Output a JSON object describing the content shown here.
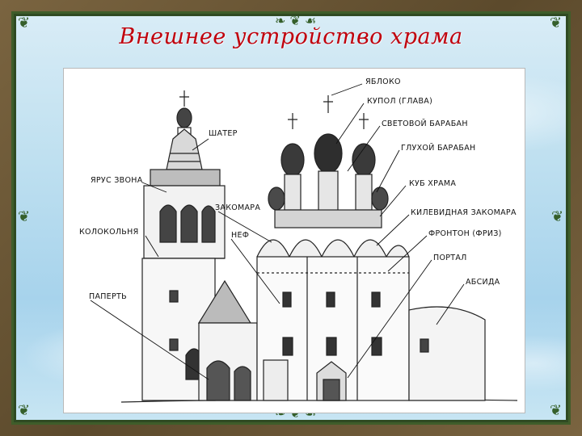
{
  "title": "Внешнее устройство храма",
  "labels": {
    "yabloko": "ЯБЛОКО",
    "kupol": "КУПОЛ (ГЛАВА)",
    "svetovoy_baraban": "СВЕТОВОЙ БАРАБАН",
    "gluhoy_baraban": "ГЛУХОЙ БАРАБАН",
    "kub_hrama": "КУБ ХРАМА",
    "kilevidnaya_zakomara": "КИЛЕВИДНАЯ ЗАКОМАРА",
    "fronton": "ФРОНТОН (ФРИЗ)",
    "portal": "ПОРТАЛ",
    "absida": "АБСИДА",
    "shater": "ШАТЕР",
    "yarus_zvona": "ЯРУС ЗВОНА",
    "zakomara": "ЗАКОМАРА",
    "kolokolnya": "КОЛОКОЛЬНЯ",
    "nef": "НЕФ",
    "paperte": "ПАПЕРТЬ"
  },
  "colors": {
    "title": "#c0000c",
    "frame_green": "#355f2a",
    "ink": "#111111"
  }
}
